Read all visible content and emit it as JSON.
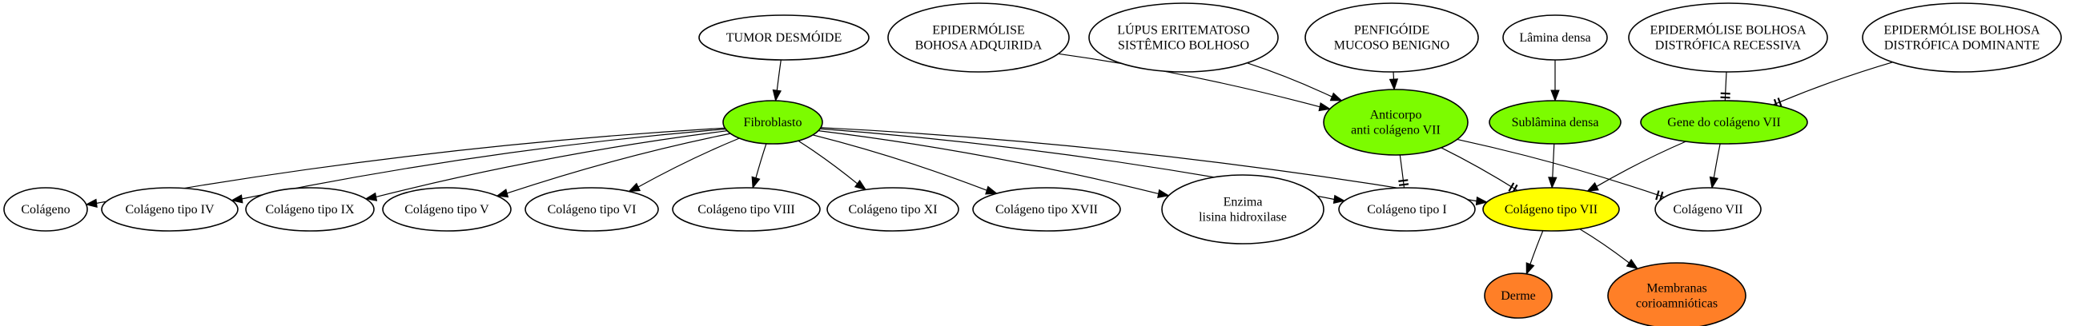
{
  "colors": {
    "green": "#7cfc00",
    "yellow": "#ffff00",
    "orange": "#ff7f27",
    "white": "#ffffff"
  },
  "nodes": [
    {
      "id": "tumor",
      "lines": [
        "TUMOR DESMÓIDE"
      ],
      "fill": "white"
    },
    {
      "id": "eba",
      "lines": [
        "EPIDERMÓLISE",
        "BOHOSA ADQUIRIDA"
      ],
      "fill": "white"
    },
    {
      "id": "lupus",
      "lines": [
        "LÚPUS ERITEMATOSO",
        "SISTÊMICO BOLHOSO"
      ],
      "fill": "white"
    },
    {
      "id": "penf",
      "lines": [
        "PENFIGÓIDE",
        "MUCOSO BENIGNO"
      ],
      "fill": "white"
    },
    {
      "id": "lamina",
      "lines": [
        "Lâmina densa"
      ],
      "fill": "white"
    },
    {
      "id": "ebdr",
      "lines": [
        "EPIDERMÓLISE BOLHOSA",
        "DISTRÓFICA RECESSIVA"
      ],
      "fill": "white"
    },
    {
      "id": "ebdd",
      "lines": [
        "EPIDERMÓLISE BOLHOSA",
        "DISTRÓFICA DOMINANTE"
      ],
      "fill": "white"
    },
    {
      "id": "fibro",
      "lines": [
        "Fibroblasto"
      ],
      "fill": "green"
    },
    {
      "id": "anti",
      "lines": [
        "Anticorpo",
        "anti colágeno VII"
      ],
      "fill": "green"
    },
    {
      "id": "sub",
      "lines": [
        "Sublâmina densa"
      ],
      "fill": "green"
    },
    {
      "id": "gene",
      "lines": [
        "Gene do colágeno VII"
      ],
      "fill": "green"
    },
    {
      "id": "col",
      "lines": [
        "Colágeno"
      ],
      "fill": "white"
    },
    {
      "id": "c4",
      "lines": [
        "Colágeno tipo IV"
      ],
      "fill": "white"
    },
    {
      "id": "c9",
      "lines": [
        "Colágeno tipo IX"
      ],
      "fill": "white"
    },
    {
      "id": "c5",
      "lines": [
        "Colágeno tipo V"
      ],
      "fill": "white"
    },
    {
      "id": "c6",
      "lines": [
        "Colágeno tipo VI"
      ],
      "fill": "white"
    },
    {
      "id": "c8",
      "lines": [
        "Colágeno tipo VIII"
      ],
      "fill": "white"
    },
    {
      "id": "c11",
      "lines": [
        "Colágeno tipo XI"
      ],
      "fill": "white"
    },
    {
      "id": "c17",
      "lines": [
        "Colágeno tipo XVII"
      ],
      "fill": "white"
    },
    {
      "id": "enz",
      "lines": [
        "Enzima",
        "lisina hidroxilase"
      ],
      "fill": "white"
    },
    {
      "id": "c1",
      "lines": [
        "Colágeno tipo I"
      ],
      "fill": "white"
    },
    {
      "id": "c7t",
      "lines": [
        "Colágeno tipo VII"
      ],
      "fill": "yellow"
    },
    {
      "id": "c7",
      "lines": [
        "Colágeno VII"
      ],
      "fill": "white"
    },
    {
      "id": "derme",
      "lines": [
        "Derme"
      ],
      "fill": "orange"
    },
    {
      "id": "memb",
      "lines": [
        "Membranas",
        "corioamnióticas"
      ],
      "fill": "orange"
    }
  ],
  "edges": [
    {
      "from": "tumor",
      "to": "fibro",
      "head": "arrow"
    },
    {
      "from": "eba",
      "to": "anti",
      "head": "arrow"
    },
    {
      "from": "lupus",
      "to": "anti",
      "head": "arrow"
    },
    {
      "from": "penf",
      "to": "anti",
      "head": "arrow"
    },
    {
      "from": "lamina",
      "to": "sub",
      "head": "arrow"
    },
    {
      "from": "ebdr",
      "to": "gene",
      "head": "tee"
    },
    {
      "from": "ebdd",
      "to": "gene",
      "head": "tee"
    },
    {
      "from": "fibro",
      "to": "col",
      "head": "arrow"
    },
    {
      "from": "fibro",
      "to": "c4",
      "head": "arrow"
    },
    {
      "from": "fibro",
      "to": "c9",
      "head": "arrow"
    },
    {
      "from": "fibro",
      "to": "c5",
      "head": "arrow"
    },
    {
      "from": "fibro",
      "to": "c6",
      "head": "arrow"
    },
    {
      "from": "fibro",
      "to": "c8",
      "head": "arrow"
    },
    {
      "from": "fibro",
      "to": "c11",
      "head": "arrow"
    },
    {
      "from": "fibro",
      "to": "c17",
      "head": "arrow"
    },
    {
      "from": "fibro",
      "to": "enz",
      "head": "arrow"
    },
    {
      "from": "fibro",
      "to": "c1",
      "head": "arrow"
    },
    {
      "from": "fibro",
      "to": "c7t",
      "head": "arrow"
    },
    {
      "from": "anti",
      "to": "c1",
      "head": "tee"
    },
    {
      "from": "anti",
      "to": "c7t",
      "head": "tee"
    },
    {
      "from": "anti",
      "to": "c7",
      "head": "tee"
    },
    {
      "from": "sub",
      "to": "c7t",
      "head": "arrow"
    },
    {
      "from": "gene",
      "to": "c7t",
      "head": "arrow"
    },
    {
      "from": "gene",
      "to": "c7",
      "head": "arrow"
    },
    {
      "from": "c7t",
      "to": "derme",
      "head": "arrow"
    },
    {
      "from": "c7t",
      "to": "memb",
      "head": "arrow"
    }
  ]
}
